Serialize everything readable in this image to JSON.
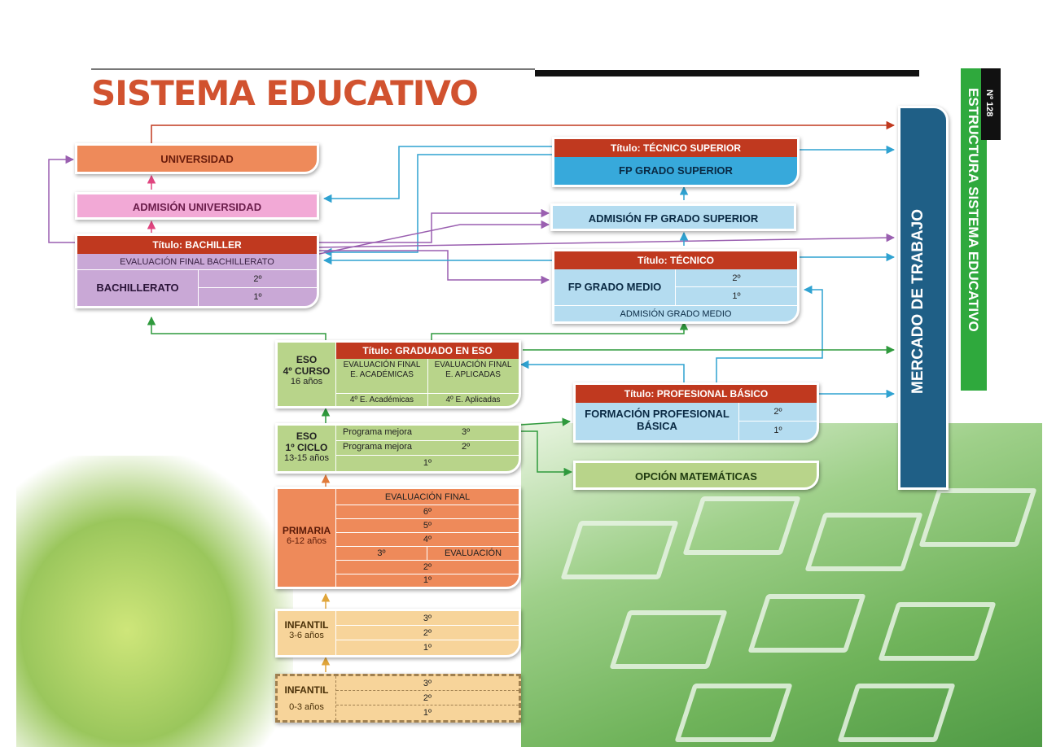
{
  "title": "SISTEMA EDUCATIVO",
  "sidebar": {
    "number": "Nº 128",
    "label": "ESTRUCTURA SISTEMA EDUCATIVO"
  },
  "mercado": "MERCADO DE TRABAJO",
  "universidad": "UNIVERSIDAD",
  "admision_universidad": "ADMISIÓN UNIVERSIDAD",
  "bachillerato": {
    "titulo": "Título: BACHILLER",
    "evaluacion": "EVALUACIÓN FINAL BACHILLERATO",
    "name": "BACHILLERATO",
    "c2": "2º",
    "c1": "1º"
  },
  "fp_superior": {
    "titulo": "Título: TÉCNICO SUPERIOR",
    "name": "FP GRADO SUPERIOR"
  },
  "admision_fp_superior": "ADMISIÓN FP GRADO SUPERIOR",
  "fp_medio": {
    "titulo": "Título: TÉCNICO",
    "name": "FP GRADO MEDIO",
    "c2": "2º",
    "c1": "1º",
    "admision": "ADMISIÓN GRADO MEDIO"
  },
  "eso4": {
    "side1": "ESO",
    "side2": "4º CURSO",
    "side3": "16 años",
    "titulo": "Título: GRADUADO EN ESO",
    "ev_acad_1": "EVALUACIÓN FINAL",
    "ev_acad_2": "E. ACADÉMICAS",
    "ev_apl_1": "EVALUACIÓN FINAL",
    "ev_apl_2": "E. APLICADAS",
    "acad": "4º E. Académicas",
    "apl": "4º E. Aplicadas"
  },
  "eso1": {
    "side1": "ESO",
    "side2": "1º CICLO",
    "side3": "13-15 años",
    "prog1": "Programa mejora",
    "prog2": "Programa mejora",
    "c3": "3º",
    "c2": "2º",
    "c1": "1º"
  },
  "fpb": {
    "titulo": "Título: PROFESIONAL BÁSICO",
    "name1": "FORMACIÓN PROFESIONAL",
    "name2": "BÁSICA",
    "c2": "2º",
    "c1": "1º"
  },
  "opcion_matematicas": "OPCIÓN MATEMÁTICAS",
  "primaria": {
    "side1": "PRIMARIA",
    "side2": "6-12 años",
    "evaluacion_final": "EVALUACIÓN FINAL",
    "c6": "6º",
    "c5": "5º",
    "c4": "4º",
    "c3": "3º",
    "evaluacion": "EVALUACIÓN",
    "c2": "2º",
    "c1": "1º"
  },
  "infantil36": {
    "side1": "INFANTIL",
    "side2": "3-6 años",
    "c3": "3º",
    "c2": "2º",
    "c1": "1º"
  },
  "infantil03": {
    "side1": "INFANTIL",
    "side2": "0-3 años",
    "c3": "3º",
    "c2": "2º",
    "c1": "1º"
  },
  "colors": {
    "red": "#c0391f",
    "orange": "#ee8a5a",
    "pink": "#f2a9d6",
    "purple": "#c9a8d6",
    "blue": "#37a9db",
    "lightblue": "#b4dcf0",
    "green": "#b8d48a",
    "peach": "#f7d49a",
    "navy": "#1f5f86",
    "sidegreen": "#2fa93d"
  }
}
